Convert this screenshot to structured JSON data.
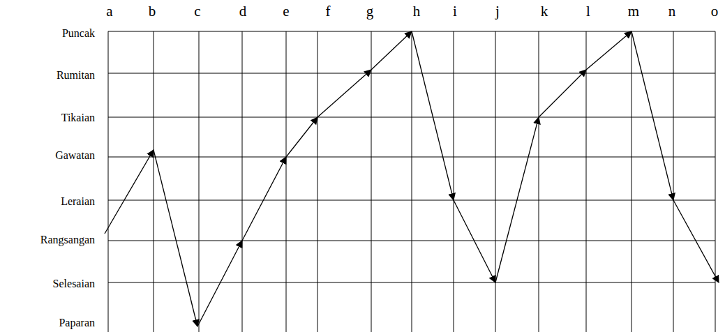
{
  "diagram": {
    "labels": [
      "a",
      "b",
      "c",
      "d",
      "e",
      "f",
      "g",
      "h",
      "i",
      "j",
      "k",
      "l",
      "m",
      "n",
      "o",
      "Puncak",
      "Rumitan",
      "Tikaian",
      "Gawatan",
      "Leraian",
      "Rangsangan",
      "Selesaian",
      "Paparan"
    ]
  }
}
